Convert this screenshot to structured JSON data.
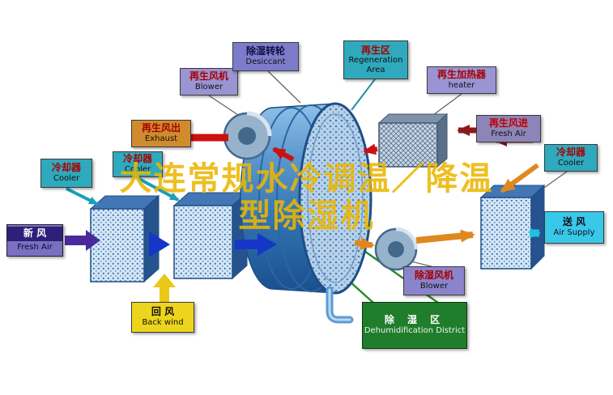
{
  "watermark": {
    "line1": "大连常规水冷调温／降温",
    "line2": "型除湿机",
    "color": "#ebb602"
  },
  "labels": {
    "desiccant": {
      "zh": "除湿转轮",
      "en": "Desiccant"
    },
    "regeneration_area": {
      "zh": "再生区",
      "en": "Regeneration Area"
    },
    "regen_blower": {
      "zh": "再生风机",
      "en": "Blower"
    },
    "regen_heater": {
      "zh": "再生加热器",
      "en": "heater"
    },
    "exhaust": {
      "zh": "再生风出",
      "en": "Exhaust"
    },
    "regen_fresh_air": {
      "zh": "再生风进",
      "en": "Fresh Air"
    },
    "cooler_right": {
      "zh": "冷却器",
      "en": "Cooler"
    },
    "cooler_left_1": {
      "zh": "冷却器",
      "en": "Cooler"
    },
    "cooler_left_2": {
      "zh": "冷却器",
      "en": "Cooler"
    },
    "fresh_air": {
      "zh": "新  风",
      "en": "Fresh Air"
    },
    "back_wind": {
      "zh": "回  风",
      "en": "Back wind"
    },
    "dehumid_blower": {
      "zh": "除湿风机",
      "en": "Blower"
    },
    "dehumid_district": {
      "zh": "除 湿 区",
      "en": "Dehumidification District"
    },
    "air_supply": {
      "zh": "送  风",
      "en": "Air Supply"
    }
  },
  "colors": {
    "process_air_arrow": "#1636c8",
    "fresh_air_arrow": "#4a2a9a",
    "return_air_arrow": "#e8c818",
    "regen_hot_arrow": "#cc1111",
    "regen_inlet_arrow": "#8b1a1a",
    "supply_path_arrow": "#e08820",
    "air_supply_arrow": "#20c0e0",
    "cooler_link": "#18a0b8",
    "dehumid_zone_line": "#2a8a2a",
    "wheel_body": "#2f6fae",
    "label_purple": "#9a94d4",
    "label_teal": "#2fa9bd",
    "label_green": "#1f7d2c",
    "label_yellow": "#ecd51c",
    "label_cyan": "#38c8ea",
    "label_orange": "#cf8b2d"
  }
}
